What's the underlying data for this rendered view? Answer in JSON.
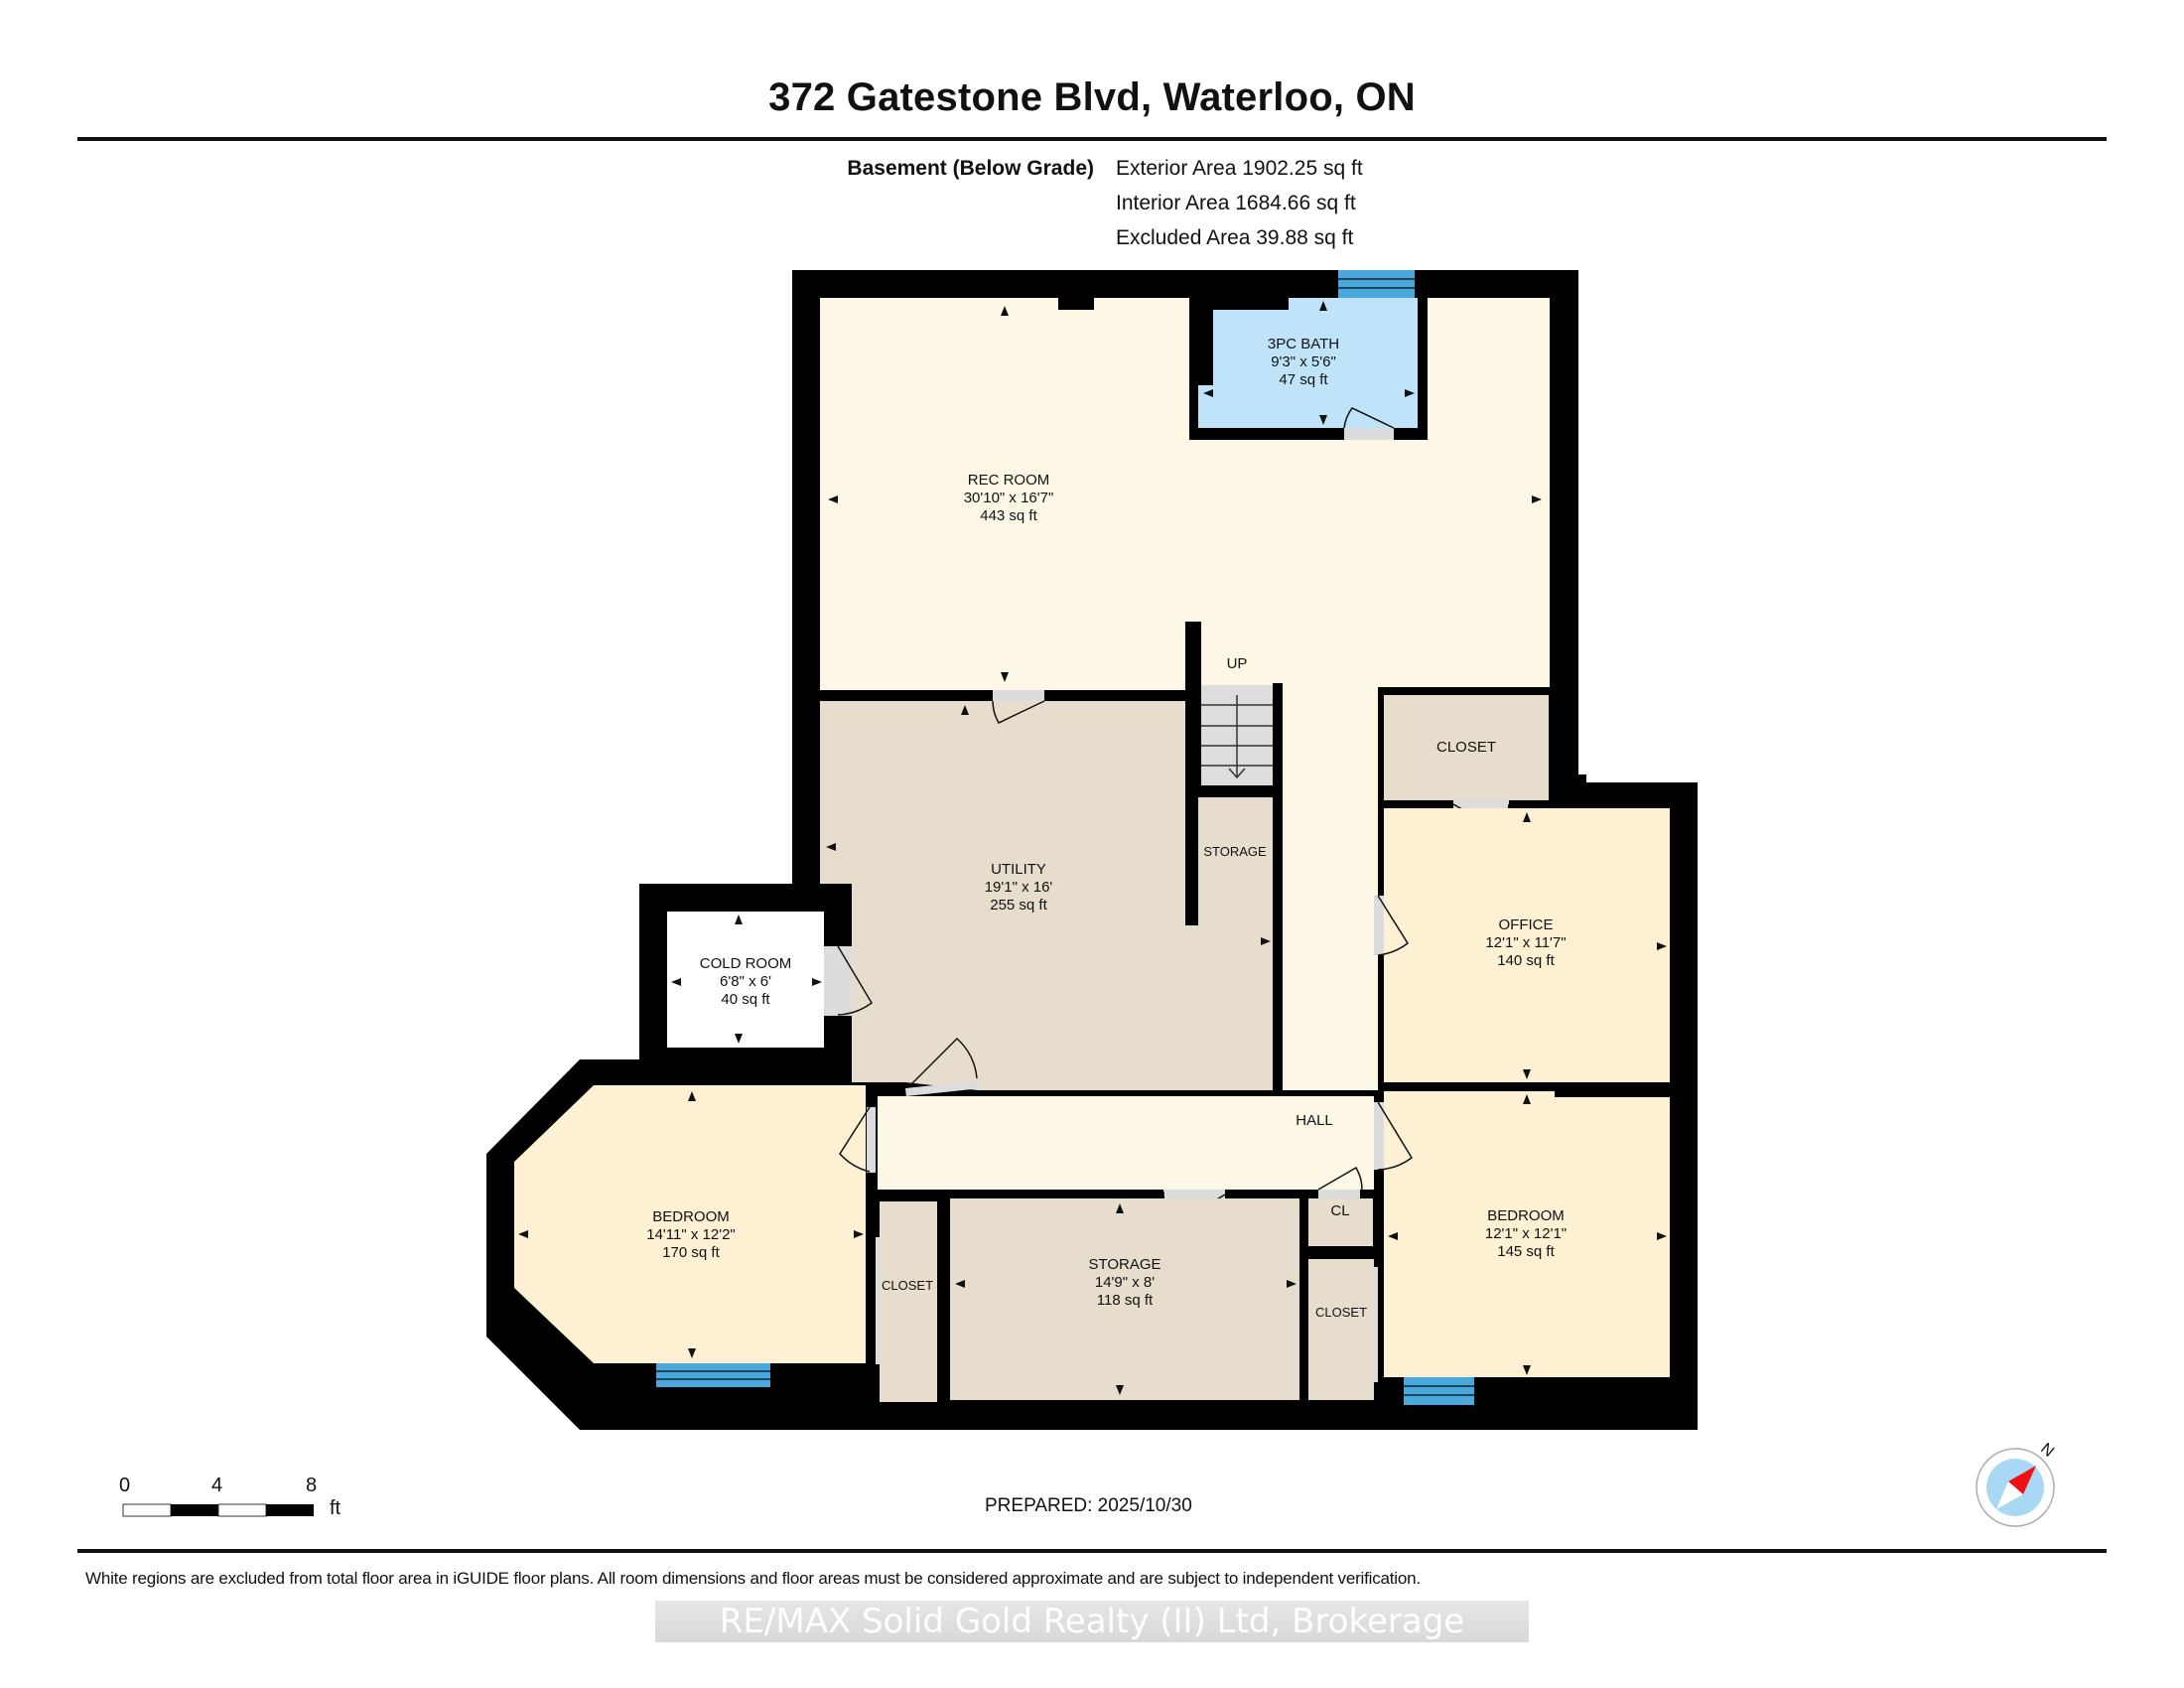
{
  "header": {
    "title": "372 Gatestone Blvd, Waterloo, ON"
  },
  "summary": {
    "level_label": "Basement (Below Grade)",
    "exterior_area": "Exterior Area 1902.25 sq ft",
    "interior_area": "Interior Area 1684.66 sq ft",
    "excluded_area": "Excluded Area 39.88 sq ft"
  },
  "rooms": {
    "rec_room": {
      "name": "REC ROOM",
      "dims": "30'10\" x 16'7\"",
      "area": "443 sq ft"
    },
    "bath": {
      "name": "3PC BATH",
      "dims": "9'3\" x 5'6\"",
      "area": "47 sq ft"
    },
    "utility": {
      "name": "UTILITY",
      "dims": "19'1\" x 16'",
      "area": "255 sq ft"
    },
    "cold_room": {
      "name": "COLD ROOM",
      "dims": "6'8\" x 6'",
      "area": "40 sq ft"
    },
    "bedroom_west": {
      "name": "BEDROOM",
      "dims": "14'11\" x 12'2\"",
      "area": "170 sq ft"
    },
    "storage_main": {
      "name": "STORAGE",
      "dims": "14'9\" x 8'",
      "area": "118 sq ft"
    },
    "office": {
      "name": "OFFICE",
      "dims": "12'1\" x 11'7\"",
      "area": "140 sq ft"
    },
    "bedroom_east": {
      "name": "BEDROOM",
      "dims": "12'1\" x 12'1\"",
      "area": "145 sq ft"
    },
    "closet_north": {
      "name": "CLOSET"
    },
    "closet_west": {
      "name": "CLOSET"
    },
    "closet_east": {
      "name": "CLOSET"
    },
    "cl": {
      "name": "CL"
    },
    "storage_stair": {
      "name": "STORAGE"
    },
    "hall": {
      "name": "HALL"
    },
    "stairs": {
      "name": "UP"
    }
  },
  "scale_bar": {
    "ticks": [
      "0",
      "4",
      "8"
    ],
    "unit": "ft"
  },
  "prepared": "PREPARED: 2025/10/30",
  "compass": {
    "north_label": "N"
  },
  "footer": {
    "disclaimer": "White regions are excluded from total floor area in iGUIDE floor plans. All room dimensions and floor areas must be considered approximate and are subject to independent verification.",
    "watermark": "RE/MAX Solid Gold Realty (II) Ltd, Brokerage"
  },
  "colors": {
    "wall": "#000000",
    "rec_room": "#fdf8e6",
    "bedroom": "#fdf0d3",
    "utility": "#e6ddcd",
    "bath": "#bfe3f9",
    "window": "#4aa8dc",
    "door": "#dcdcdc"
  }
}
